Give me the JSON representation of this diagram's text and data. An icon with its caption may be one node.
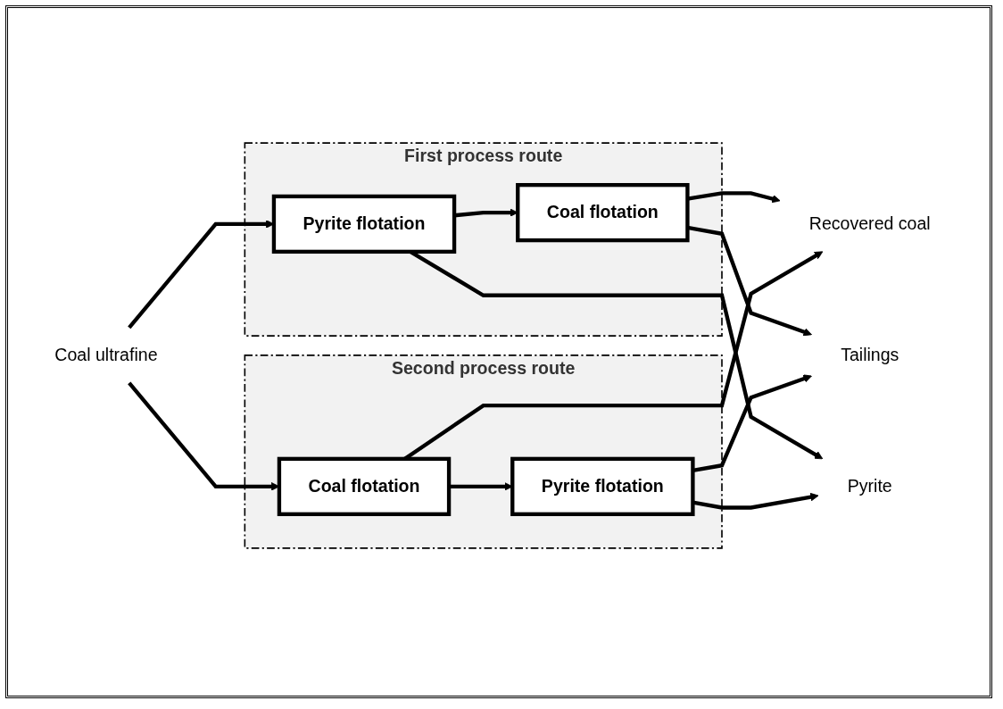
{
  "diagram": {
    "nodes": [
      {
        "text": [
          "First process route"
        ]
      },
      {
        "text": [
          "Pyrite flotation"
        ],
        "in": 0
      },
      {
        "text": [
          "Coal flotation"
        ],
        "in": 0
      },
      {
        "text": [
          "Pyrite"
        ]
      },
      {
        "text": [
          "Coal ultrafine"
        ]
      },
      {
        "text": [
          "Recovered coal"
        ]
      },
      {
        "text": [
          "Tailings"
        ]
      },
      {
        "text": [
          "Second process route"
        ]
      },
      {
        "text": [
          "Coal flotation"
        ],
        "in": 7
      },
      {
        "text": [
          "Pyrite flotation"
        ],
        "in": 7
      }
    ],
    "edges": [
      {
        "from": 4,
        "to": 1,
        "arrow": "to"
      },
      {
        "from": 1,
        "to": 2,
        "arrow": "to"
      },
      {
        "from": 1,
        "to": 3,
        "arrow": "to"
      },
      {
        "from": 2,
        "to": 5,
        "arrow": "to"
      },
      {
        "from": 2,
        "to": 6,
        "arrow": "to"
      },
      {
        "from": 4,
        "to": 8,
        "arrow": "to"
      },
      {
        "from": 8,
        "to": 9,
        "arrow": "to"
      },
      {
        "from": 8,
        "to": 5,
        "arrow": "to"
      },
      {
        "from": 9,
        "to": 3,
        "arrow": "to"
      },
      {
        "from": 9,
        "to": 6,
        "arrow": "to"
      }
    ]
  }
}
